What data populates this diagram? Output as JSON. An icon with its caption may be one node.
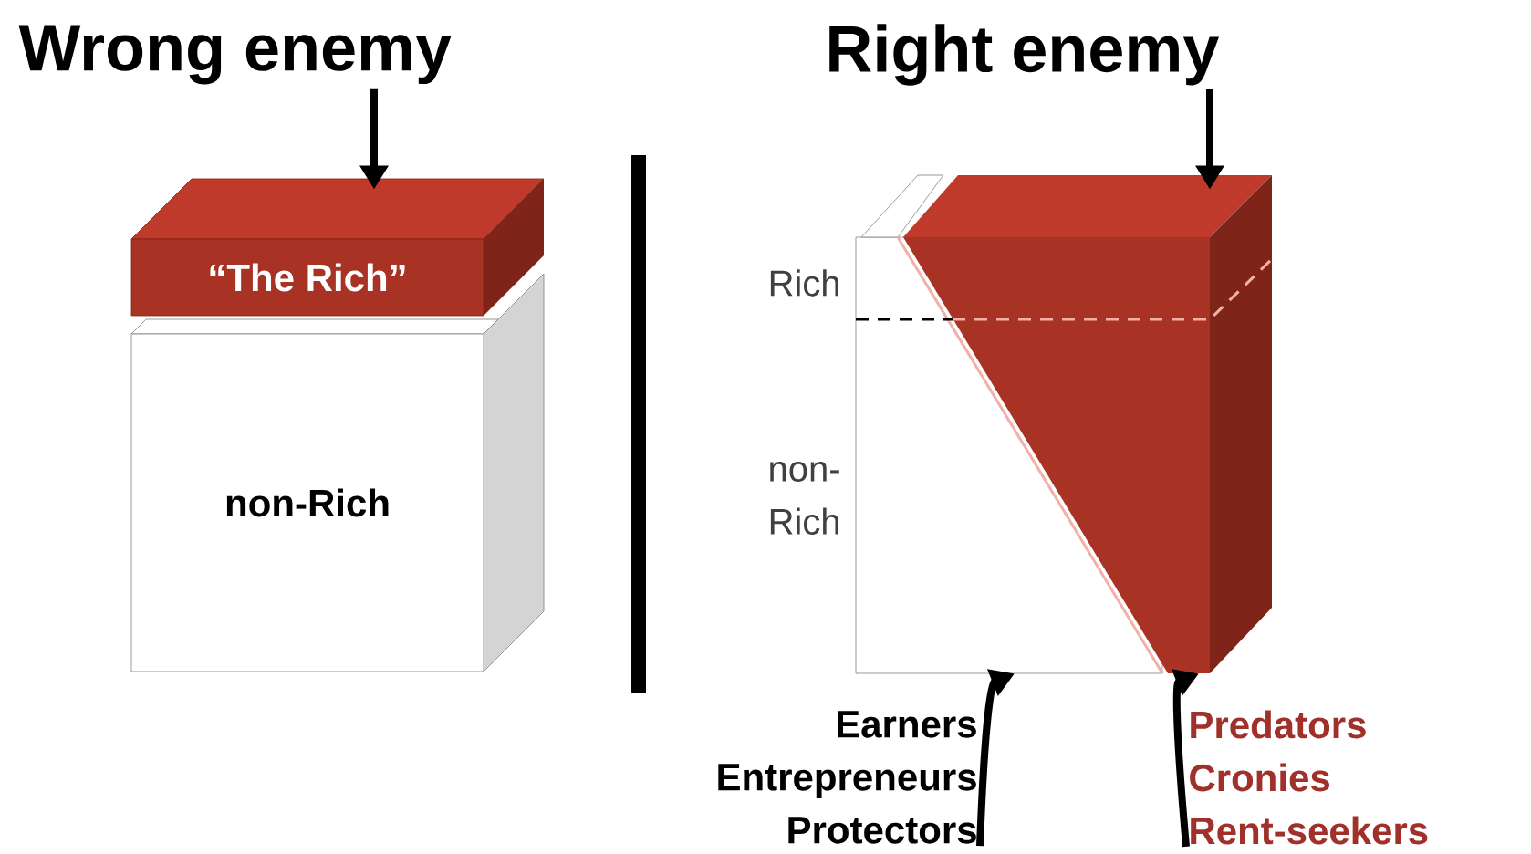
{
  "diagram": {
    "nodes": [
      {
        "text": [
          "Wrong enemy"
        ]
      },
      {
        "text": [
          "“The Rich”"
        ]
      },
      {
        "text": [
          "non-Rich"
        ]
      },
      {
        "text": [
          "Right enemy"
        ]
      },
      {
        "text": [],
        "shape": "box"
      },
      {
        "text": [],
        "shape": "prism"
      },
      {
        "text": [
          "Earners Entrepreneurs Protectors"
        ]
      },
      {
        "text": [
          "Predators Cronies Rent-seekers"
        ]
      }
    ],
    "edges": [
      {
        "from": 0,
        "to": 1,
        "arrow": "to"
      },
      {
        "from": 3,
        "to": 5,
        "arrow": "to"
      },
      {
        "from": 6,
        "to": 4,
        "arrow": "to"
      },
      {
        "from": 7,
        "to": 5,
        "arrow": "to"
      }
    ],
    "labels": [
      "Rich",
      "non-Rich"
    ]
  }
}
